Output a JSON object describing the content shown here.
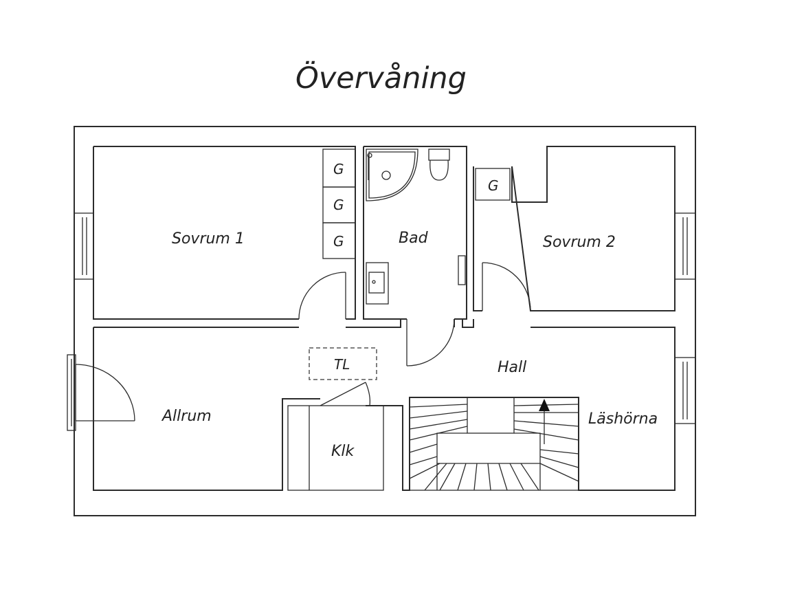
{
  "title": "Övervåning",
  "rooms": {
    "sovrum1": "Sovrum 1",
    "bad": "Bad",
    "sovrum2": "Sovrum 2",
    "hall": "Hall",
    "allrum": "Allrum",
    "klk": "Klk",
    "lashorna": "Läshörna",
    "tl": "TL"
  },
  "wardrobe_label": "G"
}
